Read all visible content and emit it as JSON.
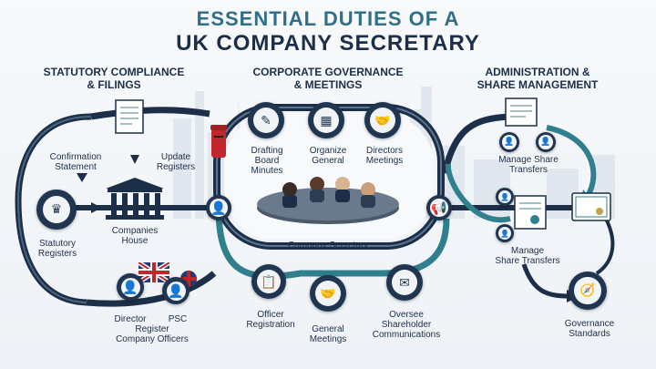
{
  "title": {
    "line1": "ESSENTIAL DUTIES OF A",
    "line2": "UK COMPANY SECRETARY"
  },
  "sections": {
    "left": {
      "line1": "STATUTORY COMPLIANCE",
      "line2": "& FILINGS"
    },
    "center": {
      "line1": "CORPORATE GOVERNANCE",
      "line2": "& MEETINGS"
    },
    "right": {
      "line1": "ADMINISTRATION &",
      "line2": "SHARE MANAGEMENT"
    }
  },
  "left": {
    "confirmation": [
      "Confirmation",
      "Statement"
    ],
    "update": [
      "Update",
      "Registers"
    ],
    "statutory": [
      "Statutory",
      "Registers"
    ],
    "companies": [
      "Companies",
      "House"
    ],
    "director": "Director",
    "psc": "PSC",
    "register_officers": [
      "Register",
      "Company Officers"
    ]
  },
  "center": {
    "drafting": [
      "Drafting",
      "Board",
      "Minutes"
    ],
    "organize": [
      "Organize",
      "General"
    ],
    "directors_meetings": [
      "Directors",
      "Meetings"
    ],
    "company_secretary": "Company Secretary",
    "officer_registration": [
      "Officer",
      "Registration"
    ],
    "general_meetings": [
      "General",
      "Meetings"
    ],
    "oversee": [
      "Oversee",
      "Shareholder",
      "Communications"
    ]
  },
  "right": {
    "manage1": [
      "Manage Share",
      "Transfers"
    ],
    "manage2": [
      "Manage",
      "Share Transfers"
    ],
    "governance": [
      "Governance",
      "Standards"
    ]
  },
  "colors": {
    "navy": "#1c2e48",
    "teal": "#2f7f8c",
    "accent": "#2f6f8a",
    "red": "#c0262c"
  },
  "icons": {
    "statutory_registers": "crest-icon",
    "drafting": "document-pen-icon",
    "organize": "calendar-icon",
    "directors_meetings": "handshake-icon",
    "company_secretary": "person-icon",
    "megaphone": "megaphone-icon",
    "officer_registration": "clipboard-icon",
    "general_meetings": "handshake-icon",
    "oversee": "envelope-icon",
    "governance": "compass-icon",
    "certificate": "certificate-icon"
  }
}
